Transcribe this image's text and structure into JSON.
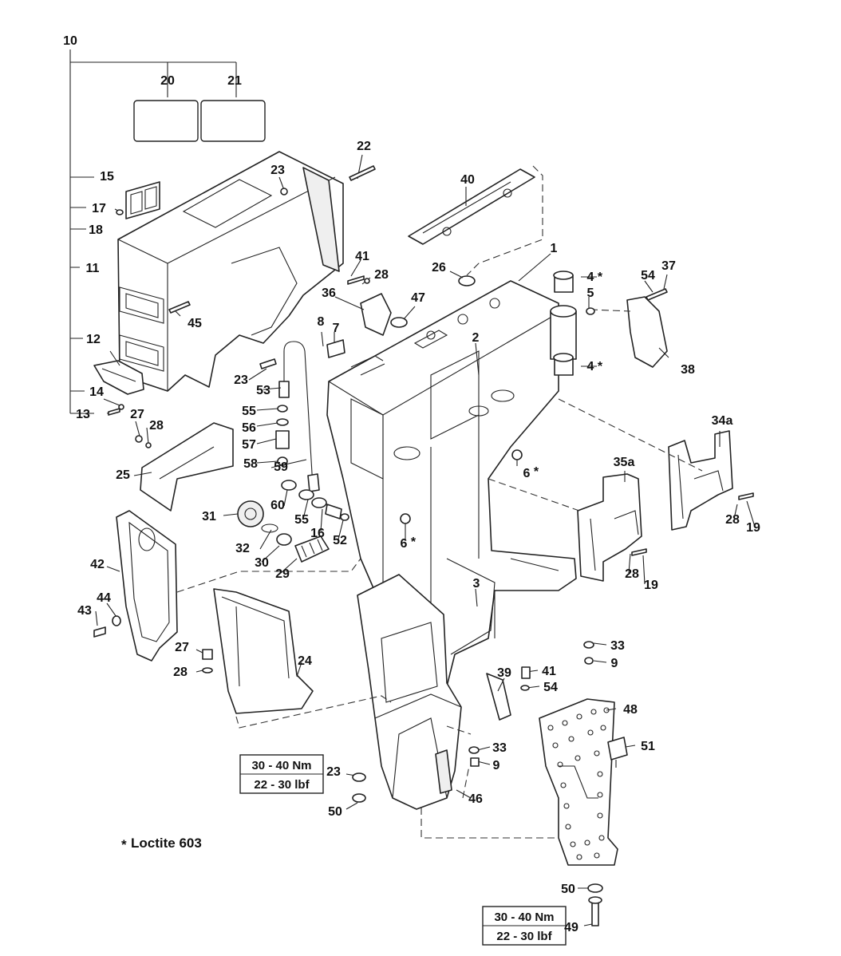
{
  "callouts": {
    "c10": "10",
    "c20": "20",
    "c21": "21",
    "c22": "22",
    "c23a": "23",
    "c15": "15",
    "c17": "17",
    "c18": "18",
    "c11": "11",
    "c45": "45",
    "c12": "12",
    "c14": "14",
    "c13": "13",
    "c40": "40",
    "c1": "1",
    "c26": "26",
    "c41a": "41",
    "c28a": "28",
    "c36": "36",
    "c47": "47",
    "c4a": "4",
    "c5": "5",
    "c37": "37",
    "c54a": "54",
    "c4b": "4",
    "c38": "38",
    "c8": "8",
    "c7": "7",
    "c2": "2",
    "c23b": "23",
    "c53": "53",
    "c27a": "27",
    "c28b": "28",
    "c55a": "55",
    "c56": "56",
    "c57": "57",
    "c58": "58",
    "c59": "59",
    "c25": "25",
    "c6a": "6",
    "c34a": "34a",
    "c35a": "35a",
    "c60": "60",
    "c31": "31",
    "c55b": "55",
    "c16": "16",
    "c52": "52",
    "c32": "32",
    "c30": "30",
    "c29": "29",
    "c6b": "6",
    "c42": "42",
    "c28c": "28",
    "c19a": "19",
    "c28d": "28",
    "c19b": "19",
    "c3": "3",
    "c44": "44",
    "c43": "43",
    "c27b": "27",
    "c28e": "28",
    "c24": "24",
    "c33a": "33",
    "c9a": "9",
    "c41b": "41",
    "c54b": "54",
    "c39": "39",
    "c48": "48",
    "c51": "51",
    "c33b": "33",
    "c9b": "9",
    "c23c": "23",
    "c50a": "50",
    "c46": "46",
    "c50b": "50",
    "c49": "49"
  },
  "star": "*",
  "torque_top": {
    "line1": "30 - 40 Nm",
    "line2": "22 - 30 lbf"
  },
  "torque_bottom": {
    "line1": "30 - 40 Nm",
    "line2": "22 - 30 lbf"
  },
  "footnote": "Loctite 603"
}
